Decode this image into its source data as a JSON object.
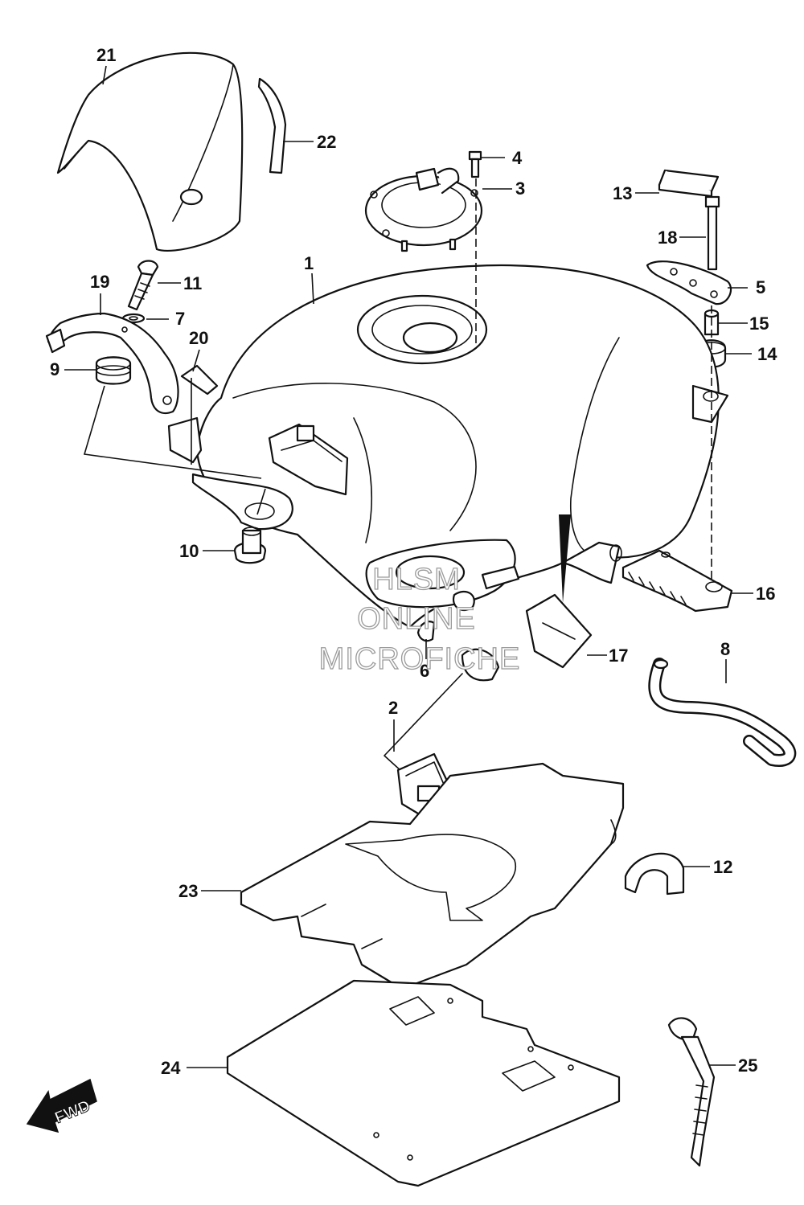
{
  "diagram": {
    "callouts": {
      "p1": "1",
      "p2": "2",
      "p3": "3",
      "p4": "4",
      "p5": "5",
      "p6": "6",
      "p7": "7",
      "p8": "8",
      "p9": "9",
      "p10": "10",
      "p11": "11",
      "p12": "12",
      "p13": "13",
      "p14": "14",
      "p15": "15",
      "p16": "16",
      "p17": "17",
      "p18": "18",
      "p19": "19",
      "p20": "20",
      "p21": "21",
      "p22": "22",
      "p23": "23",
      "p24": "24",
      "p25": "25"
    },
    "watermark": {
      "line1": "HLSM",
      "line2": "ONLINE",
      "line3": "MICROFICHE"
    },
    "direction_badge": "FWD"
  }
}
